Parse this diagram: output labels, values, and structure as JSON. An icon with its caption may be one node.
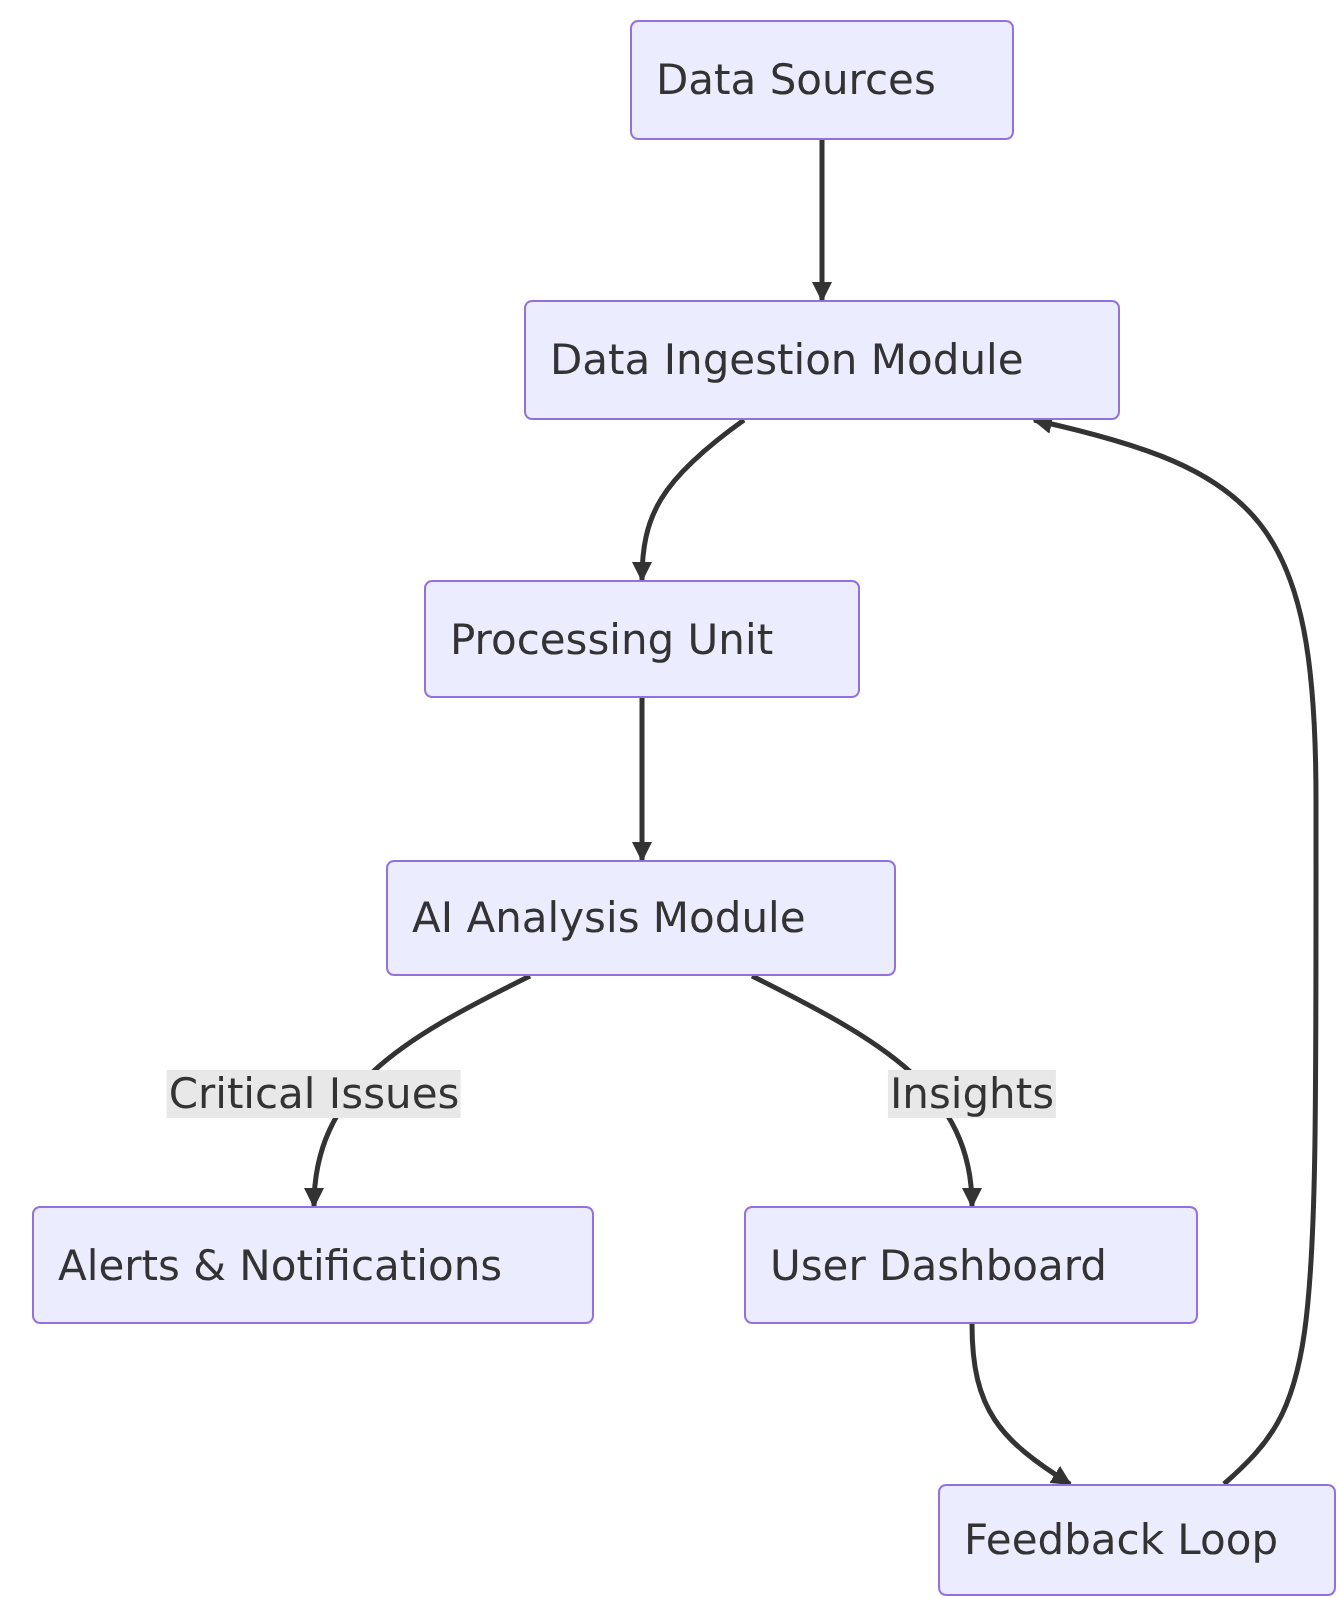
{
  "diagram": {
    "nodes": [
      {
        "text": [
          "Data Sources"
        ]
      },
      {
        "text": [
          "Data Ingestion Module"
        ]
      },
      {
        "text": [
          "Processing Unit"
        ]
      },
      {
        "text": [
          "AI Analysis Module"
        ]
      },
      {
        "text": [
          "Alerts & Notifications"
        ]
      },
      {
        "text": [
          "User Dashboard"
        ]
      },
      {
        "text": [
          "Feedback Loop"
        ]
      }
    ],
    "edges": [
      {
        "from": 0,
        "to": 1,
        "arrow": "to"
      },
      {
        "from": 1,
        "to": 2,
        "arrow": "to"
      },
      {
        "from": 2,
        "to": 3,
        "arrow": "to"
      },
      {
        "from": 3,
        "to": 4,
        "arrow": "to",
        "label": "Critical Issues"
      },
      {
        "from": 3,
        "to": 5,
        "arrow": "to",
        "label": "Insights"
      },
      {
        "from": 5,
        "to": 6,
        "arrow": "to"
      },
      {
        "from": 6,
        "to": 1,
        "arrow": "to"
      }
    ]
  }
}
